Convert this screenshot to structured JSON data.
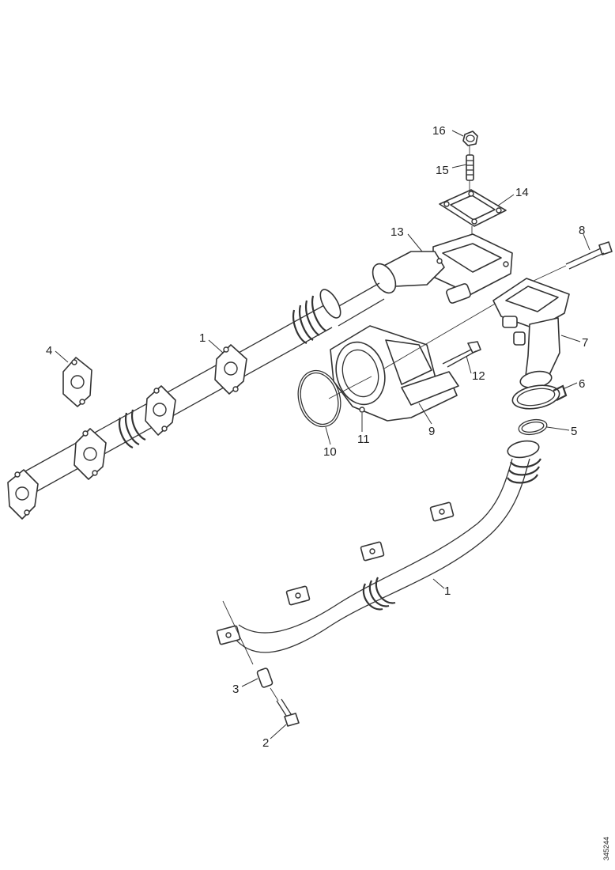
{
  "diagram": {
    "callouts": [
      {
        "id": "c16",
        "label": "16"
      },
      {
        "id": "c15",
        "label": "15"
      },
      {
        "id": "c14",
        "label": "14"
      },
      {
        "id": "c13",
        "label": "13"
      },
      {
        "id": "c8",
        "label": "8"
      },
      {
        "id": "c1a",
        "label": "1"
      },
      {
        "id": "c4",
        "label": "4"
      },
      {
        "id": "c7",
        "label": "7"
      },
      {
        "id": "c12",
        "label": "12"
      },
      {
        "id": "c6",
        "label": "6"
      },
      {
        "id": "c5",
        "label": "5"
      },
      {
        "id": "c9",
        "label": "9"
      },
      {
        "id": "c11",
        "label": "11"
      },
      {
        "id": "c10",
        "label": "10"
      },
      {
        "id": "c1b",
        "label": "1"
      },
      {
        "id": "c3",
        "label": "3"
      },
      {
        "id": "c2",
        "label": "2"
      }
    ],
    "reference_code": "345244"
  }
}
